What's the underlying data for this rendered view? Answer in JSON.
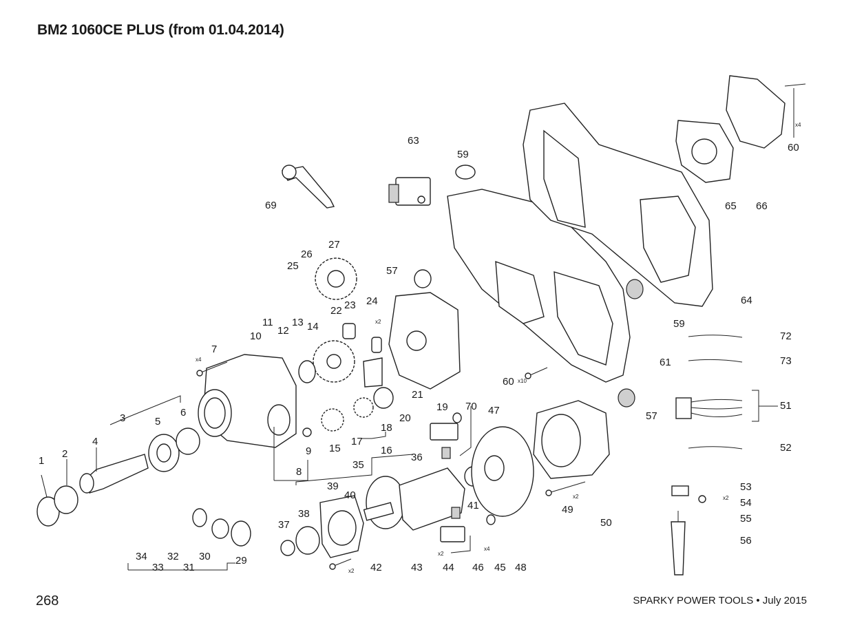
{
  "title": "BM2 1060CE PLUS (from 01.04.2014)",
  "page_number": "268",
  "footer": "SPARKY POWER TOOLS • July 2015",
  "part_labels": [
    "1",
    "2",
    "3",
    "4",
    "5",
    "6",
    "7",
    "8",
    "9",
    "10",
    "11",
    "12",
    "13",
    "14",
    "15",
    "16",
    "17",
    "18",
    "19",
    "20",
    "21",
    "22",
    "23",
    "24",
    "25",
    "26",
    "27",
    "29",
    "30",
    "31",
    "32",
    "33",
    "34",
    "35",
    "36",
    "37",
    "38",
    "39",
    "40",
    "41",
    "42",
    "43",
    "44",
    "45",
    "46",
    "47",
    "48",
    "49",
    "50",
    "51",
    "52",
    "53",
    "54",
    "55",
    "56",
    "57",
    "57",
    "59",
    "59",
    "60",
    "60",
    "61",
    "63",
    "64",
    "65",
    "66",
    "69",
    "70",
    "72",
    "73"
  ],
  "quantity_marks": [
    "x4",
    "x2",
    "x10",
    "x4",
    "x2",
    "x2",
    "x2",
    "x4",
    "x2"
  ]
}
